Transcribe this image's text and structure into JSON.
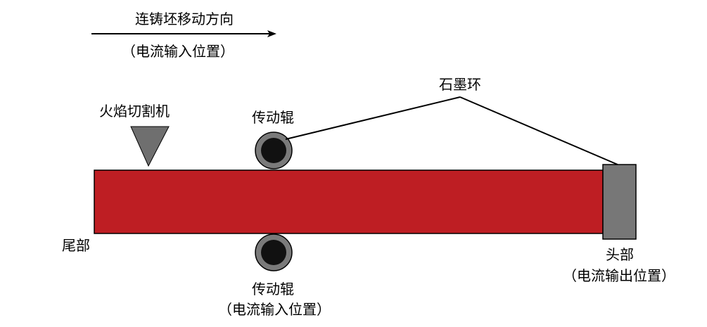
{
  "direction": {
    "title": "连铸坯移动方向",
    "subtitle": "（电流输入位置）"
  },
  "labels": {
    "cutter": "火焰切割机",
    "top_roller": "传动辊",
    "graphite_ring": "石墨环",
    "tail": "尾部",
    "head": "头部",
    "head_note": "（电流输出位置）",
    "bottom_roller": "传动辊",
    "bottom_roller_note": "（电流输入位置）"
  },
  "colors": {
    "billet": "#be1e23",
    "graphite": "#777777",
    "roller_outer": "#7a7a7a",
    "roller_inner": "#111111",
    "cutter": "#6f6f6f"
  }
}
